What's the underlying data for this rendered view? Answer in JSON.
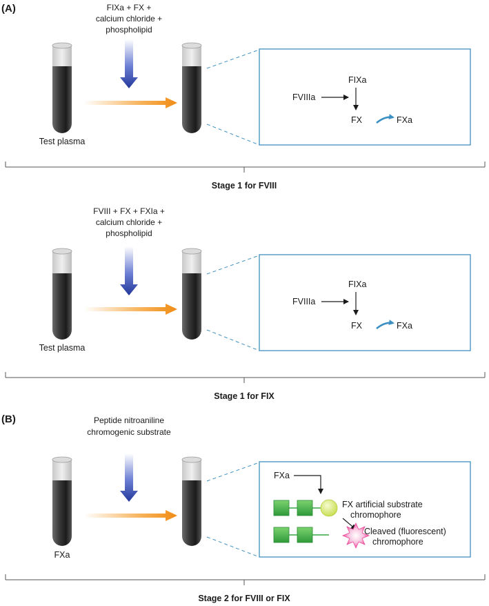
{
  "panels": [
    {
      "label": "(A)"
    },
    {
      "label": "(B)"
    }
  ],
  "sections": [
    {
      "reagent_lines": [
        "FIXa + FX +",
        "calcium chloride +",
        "phospholipid"
      ],
      "tube_label": "Test plasma",
      "stage_label": "Stage 1 for FVIII",
      "reaction": {
        "activator": "FVIIIa",
        "enzyme": "FIXa",
        "substrate": "FX",
        "product": "FXa"
      }
    },
    {
      "reagent_lines": [
        "FVIII + FX + FXIa +",
        "calcium chloride +",
        "phospholipid"
      ],
      "tube_label": "Test plasma",
      "stage_label": "Stage 1 for FIX",
      "reaction": {
        "activator": "FVIIIa",
        "enzyme": "FIXa",
        "substrate": "FX",
        "product": "FXa"
      }
    },
    {
      "reagent_lines": [
        "Peptide nitroaniline",
        "chromogenic substrate"
      ],
      "tube_label": "FXa",
      "stage_label": "Stage 2 for FVIII or FIX",
      "substrate": {
        "enzyme": "FXa",
        "intact_lines": [
          "FX artificial substrate",
          "chromophore"
        ],
        "cleaved_lines": [
          "Cleaved (fluorescent)",
          "chromophore"
        ]
      }
    }
  ],
  "colors": {
    "reagent_arrow": "#2a3f9e",
    "process_arrow": "#f3941f",
    "zoom_box": "#3f8fc0",
    "curved_arrow": "#3b8fc2",
    "peptide_block": "#35a641",
    "chromophore_intact": "#d6ea6a",
    "chromophore_cleaved": "#f05aa3"
  },
  "icons": [
    "test-tube-icon",
    "down-arrow-icon",
    "right-arrow-icon",
    "curved-arrow-icon",
    "burst-icon",
    "circle-icon"
  ]
}
